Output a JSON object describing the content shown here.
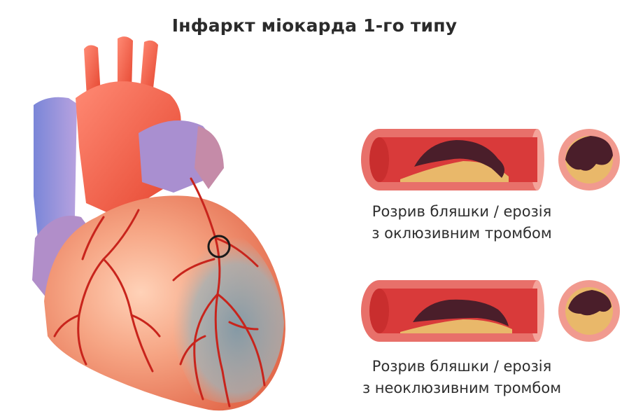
{
  "title": "Інфаркт міокарда 1-го типу",
  "panels": [
    {
      "caption_line1": "Розрив бляшки / ерозія",
      "caption_line2": "з оклюзивним тромбом"
    },
    {
      "caption_line1": "Розрив бляшки / ерозія",
      "caption_line2": "з неоклюзивним тромбом"
    }
  ],
  "colors": {
    "vessel_wall": "#e8706a",
    "vessel_lumen": "#d93a3a",
    "plaque": "#e9b86a",
    "thrombus": "#4a1e2a",
    "ischemic_zone": "#8fa9b4",
    "heart": "#f08a6e"
  }
}
